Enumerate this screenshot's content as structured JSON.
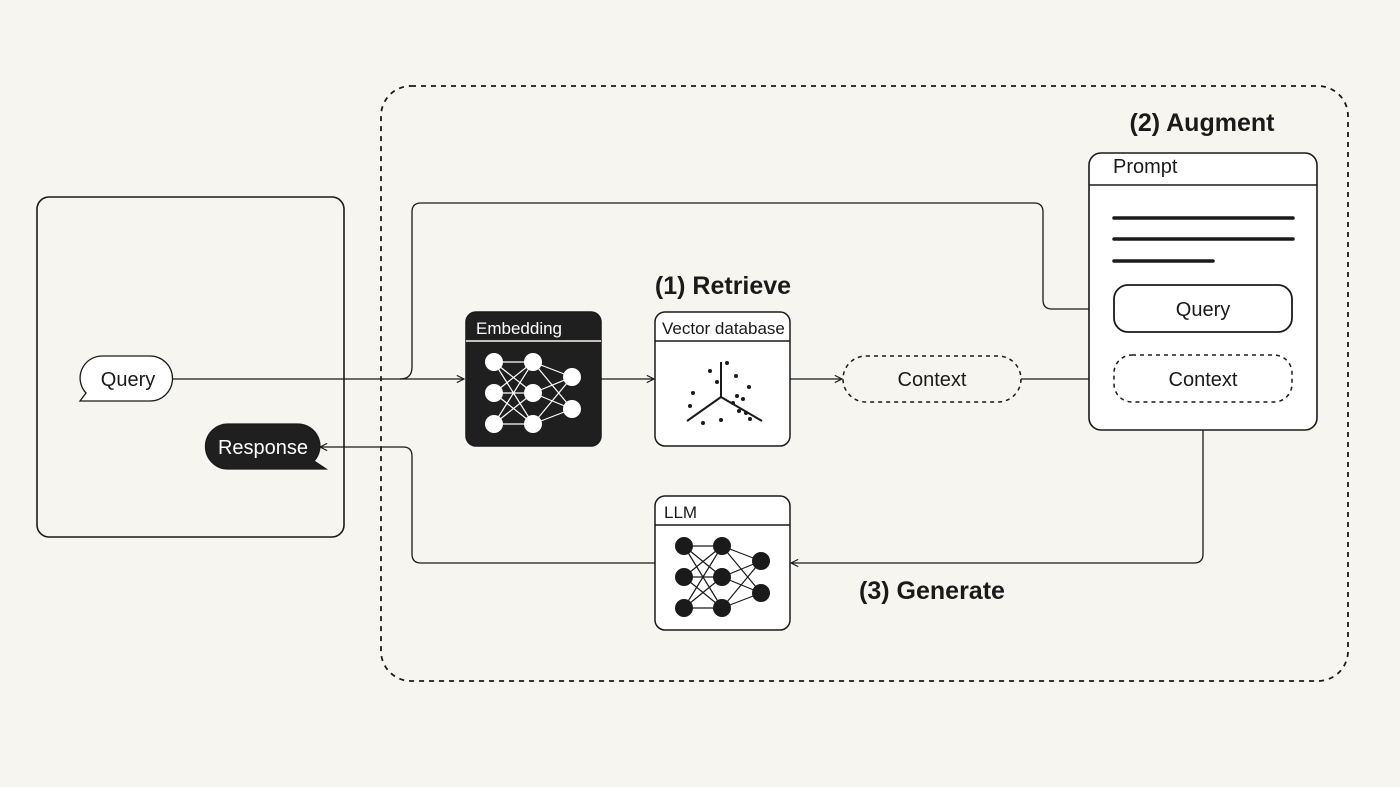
{
  "steps": {
    "retrieve": "(1) Retrieve",
    "augment": "(2) Augment",
    "generate": "(3) Generate"
  },
  "client": {
    "query_bubble": "Query",
    "response_bubble": "Response"
  },
  "components": {
    "embedding": "Embedding",
    "vector_db": "Vector database",
    "llm": "LLM",
    "context": "Context"
  },
  "prompt": {
    "title": "Prompt",
    "query": "Query",
    "context": "Context"
  },
  "colors": {
    "background": "#f7f5f0",
    "ink": "#1a1a1a",
    "embedding_fill": "#1f1f1f"
  }
}
